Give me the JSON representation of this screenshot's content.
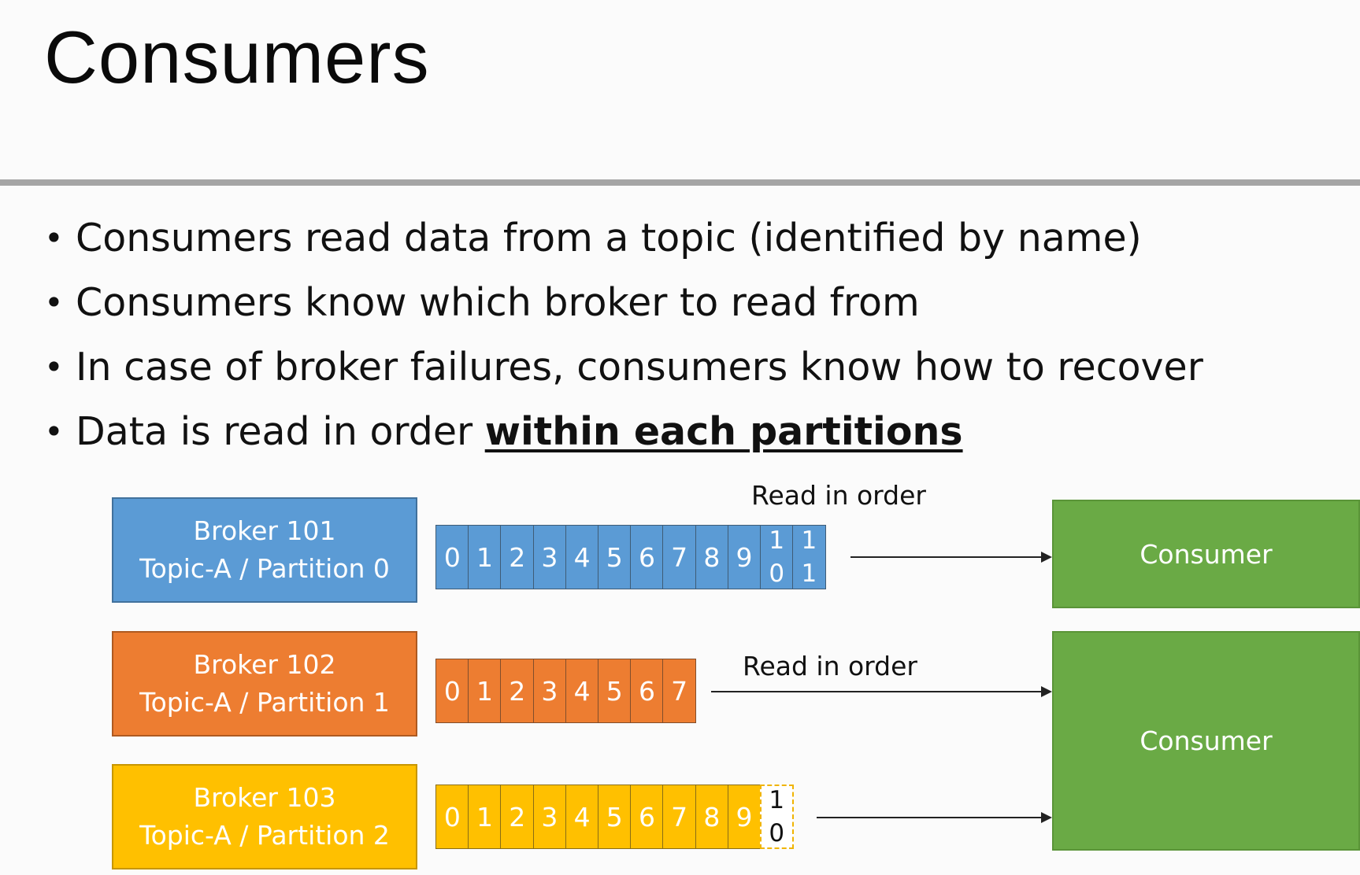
{
  "title": "Consumers",
  "bullets": [
    {
      "text": "Consumers read data from a topic (identified by name)",
      "emphasis": ""
    },
    {
      "text": "Consumers know which broker to read from",
      "emphasis": ""
    },
    {
      "text": "In case of broker failures, consumers know how to recover",
      "emphasis": ""
    },
    {
      "text": "Data is read in order ",
      "emphasis": "within each partitions"
    }
  ],
  "colors": {
    "blue": "#5b9bd5",
    "orange": "#ed7d31",
    "yellow": "#ffc000",
    "green": "#6aaa45",
    "divider": "#a5a5a5"
  },
  "partitions": [
    {
      "broker": "Broker 101",
      "topic": "Topic-A / Partition 0",
      "color": "#5b9bd5",
      "border": "#41719c",
      "offsets": [
        "0",
        "1",
        "2",
        "3",
        "4",
        "5",
        "6",
        "7",
        "8",
        "9",
        "10",
        "11"
      ],
      "pending_offset": ""
    },
    {
      "broker": "Broker 102",
      "topic": "Topic-A / Partition 1",
      "color": "#ed7d31",
      "border": "#ae5a21",
      "offsets": [
        "0",
        "1",
        "2",
        "3",
        "4",
        "5",
        "6",
        "7"
      ],
      "pending_offset": ""
    },
    {
      "broker": "Broker 103",
      "topic": "Topic-A / Partition 2",
      "color": "#ffc000",
      "border": "#c79600",
      "offsets": [
        "0",
        "1",
        "2",
        "3",
        "4",
        "5",
        "6",
        "7",
        "8",
        "9"
      ],
      "pending_offset": "10"
    }
  ],
  "read_labels": [
    "Read in order",
    "Read in order"
  ],
  "consumers": [
    "Consumer",
    "Consumer"
  ]
}
